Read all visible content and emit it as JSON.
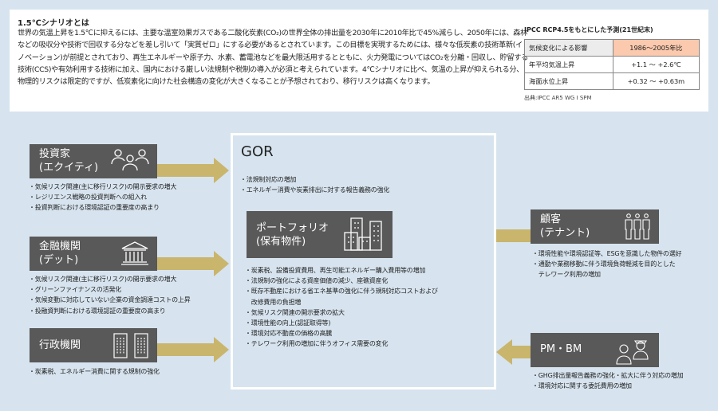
{
  "scenario": {
    "title": "1.5℃シナリオとは",
    "body": "世界の気温上昇を1.5℃に抑えるには、主要な温室効果ガスである二酸化炭素(CO₂)の世界全体の排出量を2030年に2010年比で45%減らし、2050年には、森林などの吸収分や技術で回収する分などを差し引いて「実質ゼロ」にする必要があるとされています。この目標を実現するためには、様々な低炭素の技術革新(イノベーション)が前提とされており、再生エネルギーや原子力、水素、蓄電池などを最大限活用するとともに、火力発電についてはCO₂を分離・回収し、貯留する技術(CCS)や有効利用する技術に加え、国内における厳しい法規制や税制の導入が必須と考えられています。4℃シナリオに比べ、気温の上昇が抑えられる分、物理的リスクは限定的ですが、低炭素化に向けた社会構造の変化が大きくなることが予想されており、移行リスクは高くなります。"
  },
  "ipcc": {
    "title": "IPCC RCP4.5をもとにした予測(21世紀末)",
    "rows": [
      [
        "気候変化による影響",
        "1986～2005年比"
      ],
      [
        "年平均気温上昇",
        "+1.1 ～ +2.6℃"
      ],
      [
        "海面水位上昇",
        "+0.32 ～ +0.63m"
      ]
    ],
    "source": "出典:IPCC AR5 WG I  SPM",
    "header_color": "#fbc9ad"
  },
  "investor": {
    "title1": "投資家",
    "title2": "(エクイティ)",
    "items": [
      "・気候リスク関連(主に移行リスク)の開示要求の増大",
      "・レジリエンス戦略の投資判断への組入れ",
      "・投資判断における環境認証の重要度の高まり"
    ]
  },
  "finance": {
    "title1": "金融機関",
    "title2": "(デット)",
    "items": [
      "・気候リスク関連(主に移行リスク)の開示要求の増大",
      "・グリーンファイナンスの活発化",
      "・気候変動に対応していない企業の資金調達コストの上昇",
      "・投融資判断における環境認証の重要度の高まり"
    ]
  },
  "gov": {
    "title": "行政機関",
    "items": [
      "・炭素税、エネルギー消費に関する規制の強化"
    ]
  },
  "gor": {
    "title": "GOR",
    "items": [
      "・法規制対応の増加",
      "・エネルギー消費や炭素排出に対する報告義務の強化"
    ]
  },
  "portfolio": {
    "title1": "ポートフォリオ",
    "title2": "(保有物件)",
    "items": [
      "・炭素税、設備投資費用、再生可能エネルギー購入費用等の増加",
      "・法規制の強化による資産価値の減少、座礁資産化",
      "・既存不動産における省エネ基準の強化に伴う規制対応コストおよび",
      "　改修費用の負担増",
      "・気候リスク関連の開示要求の拡大",
      "・環境性能の向上(認証取得等)",
      "・環境対応不動産の価格の高騰",
      "・テレワーク利用の増加に伴うオフィス需要の変化"
    ]
  },
  "tenant": {
    "title1": "顧客",
    "title2": "(テナント)",
    "items": [
      "・環境性能や環境認証等、ESGを意識した物件の選好",
      "・通勤や業務移動に伴う環境負荷軽減を目的とした",
      "　テレワーク利用の増加"
    ]
  },
  "pmbm": {
    "title": "PM・BM",
    "items": [
      "・GHG排出量報告義務の強化・拡大に伴う対応の増加",
      "・環境対応に関する委託費用の増加"
    ]
  }
}
